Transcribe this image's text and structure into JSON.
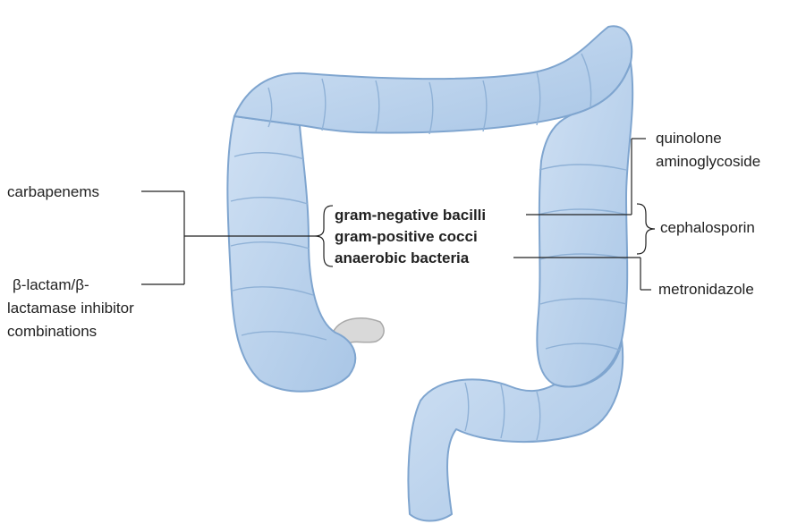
{
  "organisms": {
    "gram_negative": "gram-negative bacilli",
    "gram_positive": "gram-positive cocci",
    "anaerobic": "anaerobic bacteria"
  },
  "left_drugs": {
    "carbapenems": "carbapenems",
    "bl_line1": "β-lactam/β-",
    "bl_line2": "lactamase inhibitor",
    "bl_line3": "combinations"
  },
  "right_drugs": {
    "quinolone": "quinolone",
    "aminoglycoside": "aminoglycoside",
    "cephalosporin": "cephalosporin",
    "metronidazole": "metronidazole"
  },
  "colors": {
    "colon_fill": "#b9d2ec",
    "colon_stroke": "#7fa5cf",
    "appendix": "#d4d4d4",
    "line": "#222222"
  }
}
